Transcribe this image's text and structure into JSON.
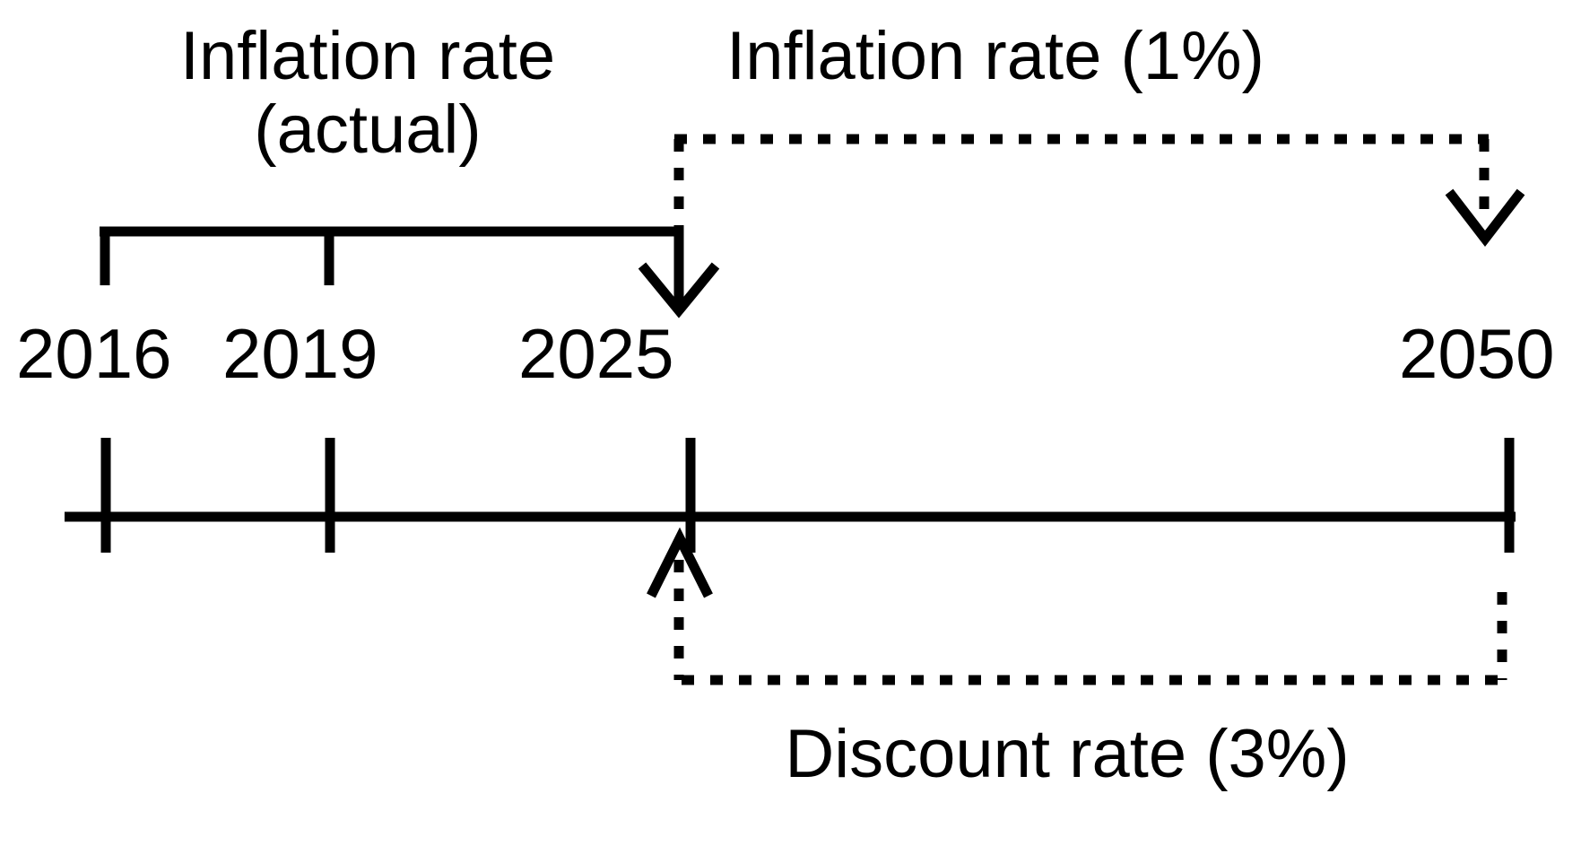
{
  "diagram": {
    "title": "Inflation and discount rate timeline",
    "background_color": "#ffffff",
    "stroke_color": "#000000"
  },
  "chart_data": {
    "type": "timeline",
    "title": "",
    "xlabel": "",
    "ylabel": "",
    "axis": {
      "orientation": "horizontal",
      "range": [
        2016,
        2050
      ],
      "ticks": [
        2016,
        2019,
        2025,
        2050
      ],
      "tick_labels": [
        "2016",
        "2019",
        "2025",
        "2050"
      ],
      "grid": false
    },
    "spans": [
      {
        "name": "inflation-actual",
        "label": "Inflation rate (actual)",
        "from": 2016,
        "to": 2025,
        "style": "solid",
        "position": "above",
        "arrow": "down-at-end",
        "rate": null
      },
      {
        "name": "inflation-projected",
        "label": "Inflation rate (1%)",
        "from": 2025,
        "to": 2050,
        "style": "dotted",
        "position": "above",
        "arrow": "down-at-end",
        "rate": "1%"
      },
      {
        "name": "discount-rate",
        "label": "Discount rate (3%)",
        "from": 2050,
        "to": 2025,
        "style": "dotted",
        "position": "below",
        "arrow": "up-at-end",
        "rate": "3%"
      }
    ]
  },
  "labels": {
    "inflation_actual_line1": "Inflation rate",
    "inflation_actual_line2": "(actual)",
    "inflation_projected": "Inflation rate (1%)",
    "discount_rate": "Discount rate (3%)"
  },
  "years": {
    "y2016": "2016",
    "y2019": "2019",
    "y2025": "2025",
    "y2050": "2050"
  }
}
